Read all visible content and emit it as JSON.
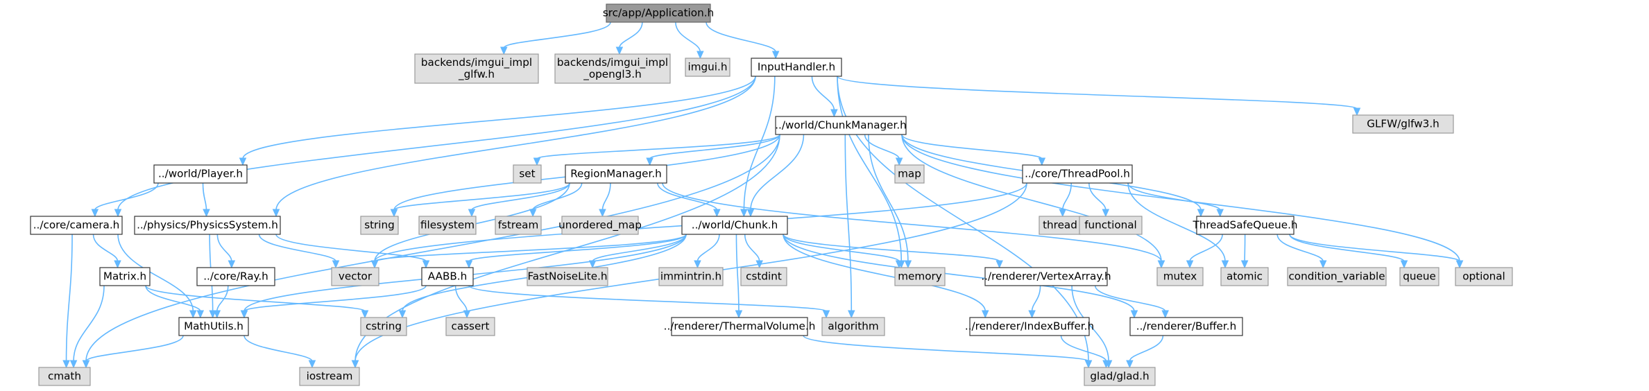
{
  "colors": {
    "edge": "#63b8ff",
    "project_fill": "#ffffff",
    "project_border": "#333333",
    "system_fill": "#e0e0e0",
    "system_border": "#999999",
    "root_fill": "#999999"
  },
  "nodes": [
    {
      "id": "app",
      "lines": [
        "src/app/Application.h"
      ],
      "kind": "root"
    },
    {
      "id": "imgui_glfw",
      "lines": [
        "backends/imgui_impl",
        "_glfw.h"
      ],
      "kind": "system"
    },
    {
      "id": "imgui_gl3",
      "lines": [
        "backends/imgui_impl",
        "_opengl3.h"
      ],
      "kind": "system"
    },
    {
      "id": "imgui",
      "lines": [
        "imgui.h"
      ],
      "kind": "system"
    },
    {
      "id": "input",
      "lines": [
        "InputHandler.h"
      ],
      "kind": "project"
    },
    {
      "id": "glfw3",
      "lines": [
        "GLFW/glfw3.h"
      ],
      "kind": "system"
    },
    {
      "id": "chunkmgr",
      "lines": [
        "../world/ChunkManager.h"
      ],
      "kind": "project"
    },
    {
      "id": "player",
      "lines": [
        "../world/Player.h"
      ],
      "kind": "project"
    },
    {
      "id": "set",
      "lines": [
        "set"
      ],
      "kind": "system"
    },
    {
      "id": "region",
      "lines": [
        "RegionManager.h"
      ],
      "kind": "project"
    },
    {
      "id": "map",
      "lines": [
        "map"
      ],
      "kind": "system"
    },
    {
      "id": "threadpool",
      "lines": [
        "../core/ThreadPool.h"
      ],
      "kind": "project"
    },
    {
      "id": "camera",
      "lines": [
        "../core/camera.h"
      ],
      "kind": "project"
    },
    {
      "id": "physics",
      "lines": [
        "../physics/PhysicsSystem.h"
      ],
      "kind": "project"
    },
    {
      "id": "string",
      "lines": [
        "string"
      ],
      "kind": "system"
    },
    {
      "id": "filesystem",
      "lines": [
        "filesystem"
      ],
      "kind": "system"
    },
    {
      "id": "fstream",
      "lines": [
        "fstream"
      ],
      "kind": "system"
    },
    {
      "id": "unordered_map",
      "lines": [
        "unordered_map"
      ],
      "kind": "system"
    },
    {
      "id": "chunk",
      "lines": [
        "../world/Chunk.h"
      ],
      "kind": "project"
    },
    {
      "id": "thread",
      "lines": [
        "thread"
      ],
      "kind": "system"
    },
    {
      "id": "functional",
      "lines": [
        "functional"
      ],
      "kind": "system"
    },
    {
      "id": "tsqueue",
      "lines": [
        "ThreadSafeQueue.h"
      ],
      "kind": "project"
    },
    {
      "id": "matrix",
      "lines": [
        "Matrix.h"
      ],
      "kind": "project"
    },
    {
      "id": "ray",
      "lines": [
        "../core/Ray.h"
      ],
      "kind": "project"
    },
    {
      "id": "vector",
      "lines": [
        "vector"
      ],
      "kind": "system"
    },
    {
      "id": "aabb",
      "lines": [
        "AABB.h"
      ],
      "kind": "project"
    },
    {
      "id": "fastnoise",
      "lines": [
        "FastNoiseLite.h"
      ],
      "kind": "system"
    },
    {
      "id": "immintrin",
      "lines": [
        "immintrin.h"
      ],
      "kind": "system"
    },
    {
      "id": "cstdint",
      "lines": [
        "cstdint"
      ],
      "kind": "system"
    },
    {
      "id": "memory",
      "lines": [
        "memory"
      ],
      "kind": "system"
    },
    {
      "id": "vertexarray",
      "lines": [
        "../renderer/VertexArray.h"
      ],
      "kind": "project"
    },
    {
      "id": "mutex",
      "lines": [
        "mutex"
      ],
      "kind": "system"
    },
    {
      "id": "atomic",
      "lines": [
        "atomic"
      ],
      "kind": "system"
    },
    {
      "id": "condvar",
      "lines": [
        "condition_variable"
      ],
      "kind": "system"
    },
    {
      "id": "queue",
      "lines": [
        "queue"
      ],
      "kind": "system"
    },
    {
      "id": "optional",
      "lines": [
        "optional"
      ],
      "kind": "system"
    },
    {
      "id": "cstring",
      "lines": [
        "cstring"
      ],
      "kind": "system"
    },
    {
      "id": "mathutils",
      "lines": [
        "MathUtils.h"
      ],
      "kind": "project"
    },
    {
      "id": "cassert",
      "lines": [
        "cassert"
      ],
      "kind": "system"
    },
    {
      "id": "algorithm",
      "lines": [
        "algorithm"
      ],
      "kind": "system"
    },
    {
      "id": "thermal",
      "lines": [
        "../renderer/ThermalVolume.h"
      ],
      "kind": "project"
    },
    {
      "id": "indexbuffer",
      "lines": [
        "../renderer/IndexBuffer.h"
      ],
      "kind": "project"
    },
    {
      "id": "buffer",
      "lines": [
        "../renderer/Buffer.h"
      ],
      "kind": "project"
    },
    {
      "id": "cmath",
      "lines": [
        "cmath"
      ],
      "kind": "system"
    },
    {
      "id": "iostream",
      "lines": [
        "iostream"
      ],
      "kind": "system"
    },
    {
      "id": "glad",
      "lines": [
        "glad/glad.h"
      ],
      "kind": "system"
    }
  ],
  "edges": [
    [
      "app",
      "imgui_glfw"
    ],
    [
      "app",
      "imgui_gl3"
    ],
    [
      "app",
      "imgui"
    ],
    [
      "app",
      "input"
    ],
    [
      "input",
      "glfw3"
    ],
    [
      "input",
      "chunkmgr"
    ],
    [
      "input",
      "player"
    ],
    [
      "input",
      "camera"
    ],
    [
      "input",
      "physics"
    ],
    [
      "input",
      "chunk"
    ],
    [
      "input",
      "memory"
    ],
    [
      "input",
      "glad"
    ],
    [
      "chunkmgr",
      "cmath"
    ],
    [
      "chunkmgr",
      "set"
    ],
    [
      "chunkmgr",
      "region"
    ],
    [
      "chunkmgr",
      "map"
    ],
    [
      "chunkmgr",
      "threadpool"
    ],
    [
      "chunkmgr",
      "string"
    ],
    [
      "chunkmgr",
      "chunk"
    ],
    [
      "chunkmgr",
      "memory"
    ],
    [
      "chunkmgr",
      "algorithm"
    ],
    [
      "chunkmgr",
      "iostream"
    ],
    [
      "chunkmgr",
      "mutex"
    ],
    [
      "chunkmgr",
      "tsqueue"
    ],
    [
      "chunkmgr",
      "optional"
    ],
    [
      "player",
      "camera"
    ],
    [
      "player",
      "physics"
    ],
    [
      "region",
      "string"
    ],
    [
      "region",
      "filesystem"
    ],
    [
      "region",
      "fstream"
    ],
    [
      "region",
      "unordered_map"
    ],
    [
      "region",
      "chunk"
    ],
    [
      "region",
      "vector"
    ],
    [
      "region",
      "mutex"
    ],
    [
      "threadpool",
      "thread"
    ],
    [
      "threadpool",
      "functional"
    ],
    [
      "threadpool",
      "tsqueue"
    ],
    [
      "threadpool",
      "atomic"
    ],
    [
      "threadpool",
      "vector"
    ],
    [
      "threadpool",
      "iostream"
    ],
    [
      "camera",
      "matrix"
    ],
    [
      "camera",
      "mathutils"
    ],
    [
      "camera",
      "cmath"
    ],
    [
      "physics",
      "ray"
    ],
    [
      "physics",
      "vector"
    ],
    [
      "physics",
      "aabb"
    ],
    [
      "physics",
      "mathutils"
    ],
    [
      "chunk",
      "vector"
    ],
    [
      "chunk",
      "aabb"
    ],
    [
      "chunk",
      "fastnoise"
    ],
    [
      "chunk",
      "immintrin"
    ],
    [
      "chunk",
      "cstdint"
    ],
    [
      "chunk",
      "memory"
    ],
    [
      "chunk",
      "vertexarray"
    ],
    [
      "chunk",
      "thermal"
    ],
    [
      "chunk",
      "indexbuffer"
    ],
    [
      "chunk",
      "buffer"
    ],
    [
      "chunk",
      "cstring"
    ],
    [
      "chunk",
      "mathutils"
    ],
    [
      "tsqueue",
      "mutex"
    ],
    [
      "tsqueue",
      "atomic"
    ],
    [
      "tsqueue",
      "condvar"
    ],
    [
      "tsqueue",
      "queue"
    ],
    [
      "tsqueue",
      "optional"
    ],
    [
      "matrix",
      "mathutils"
    ],
    [
      "matrix",
      "cstring"
    ],
    [
      "matrix",
      "cmath"
    ],
    [
      "ray",
      "mathutils"
    ],
    [
      "aabb",
      "mathutils"
    ],
    [
      "aabb",
      "cassert"
    ],
    [
      "aabb",
      "algorithm"
    ],
    [
      "vertexarray",
      "indexbuffer"
    ],
    [
      "vertexarray",
      "buffer"
    ],
    [
      "vertexarray",
      "glad"
    ],
    [
      "thermal",
      "glad"
    ],
    [
      "indexbuffer",
      "glad"
    ],
    [
      "buffer",
      "glad"
    ],
    [
      "mathutils",
      "cmath"
    ],
    [
      "mathutils",
      "iostream"
    ]
  ]
}
